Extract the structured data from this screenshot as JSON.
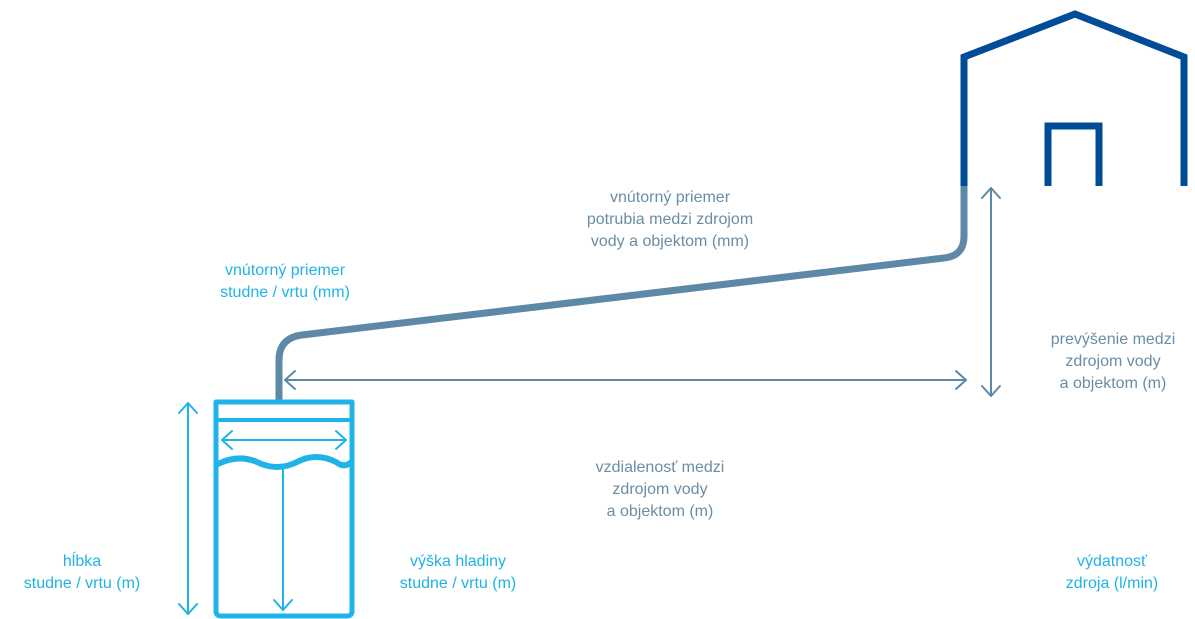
{
  "colors": {
    "house": "#004c97",
    "well": "#1fb3e8",
    "pipe": "#5d88a6"
  },
  "labels": {
    "pipe_diameter": [
      "vnútorný priemer",
      "potrubia medzi zdrojom",
      "vody a objektom (mm)"
    ],
    "well_diameter": [
      "vnútorný priemer",
      "studne / vrtu (mm)"
    ],
    "elevation": [
      "prevýšenie medzi",
      "zdrojom vody",
      "a objektom (m)"
    ],
    "distance": [
      "vzdialenosť medzi",
      "zdrojom vody",
      "a objektom (m)"
    ],
    "well_depth": [
      "hĺbka",
      "studne / vrtu (m)"
    ],
    "water_level": [
      "výška hladiny",
      "studne / vrtu (m)"
    ],
    "source_yield": [
      "výdatnosť",
      "zdroja (l/min)"
    ]
  }
}
